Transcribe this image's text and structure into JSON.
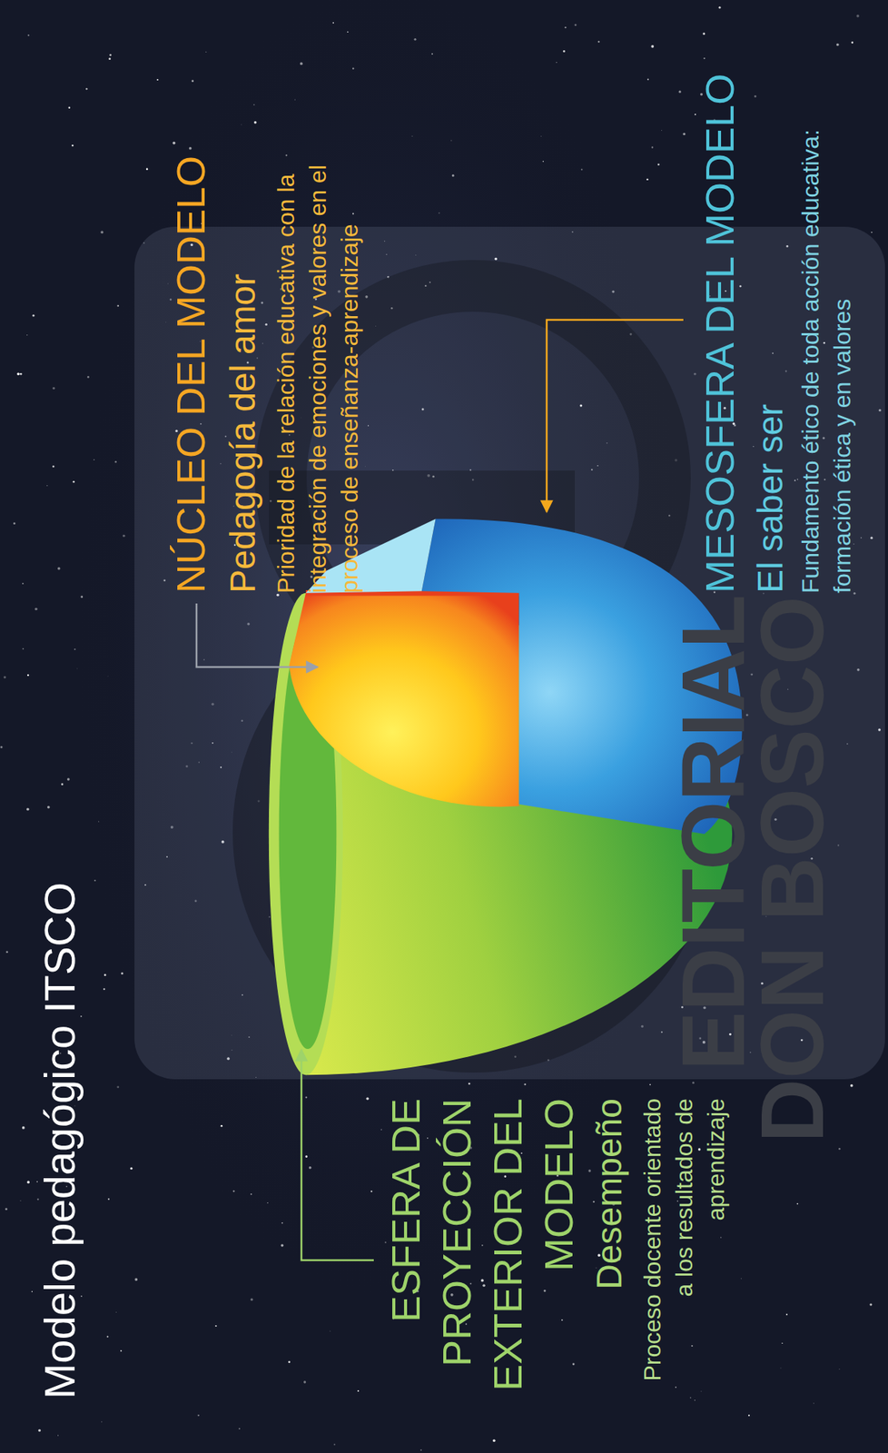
{
  "diagram": {
    "title": "Modelo pedagógico ITSCO",
    "labels": [
      "NÚCLEO DEL MODELO",
      "Pedagogía del amor",
      "Prioridad de la relación educativa con la integración de emociones y valores en el proceso de enseñanza-aprendizaje",
      "MESOSFERA DEL MODELO",
      "El saber ser",
      "Fundamento ético de toda acción educativa: formación ética y en valores",
      "ESFERA DE PROYECCIÓN EXTERIOR DEL MODELO",
      "Desempeño",
      "Proceso docente orientado a los resultados de aprendizaje",
      "EDITORIAL",
      "DON BOSCO"
    ]
  }
}
